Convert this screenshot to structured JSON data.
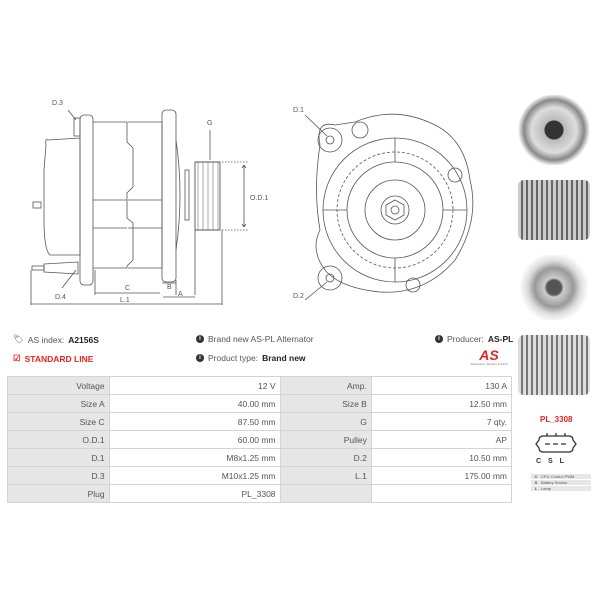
{
  "drawing": {
    "labels": {
      "d3": "D.3",
      "d4": "D.4",
      "g": "G",
      "od1": "O.D.1",
      "c": "C",
      "b": "B",
      "a": "A",
      "l1": "L.1",
      "d1": "D.1",
      "d2": "D.2"
    }
  },
  "info": {
    "as_index_label": "AS index:",
    "as_index": "A2156S",
    "description": "Brand new AS-PL Alternator",
    "producer_label": "Producer:",
    "producer": "AS-PL",
    "line": "STANDARD LINE",
    "product_type_label": "Product type:",
    "product_type": "Brand new",
    "logo_text": "AS",
    "logo_sub": "Alternators, Starters & Parts"
  },
  "specs": [
    [
      "Voltage",
      "12 V",
      "Amp.",
      "130 A"
    ],
    [
      "Size A",
      "40.00 mm",
      "Size B",
      "12.50 mm"
    ],
    [
      "Size C",
      "87.50 mm",
      "G",
      "7 qty."
    ],
    [
      "O.D.1",
      "60.00 mm",
      "Pulley",
      "AP"
    ],
    [
      "D.1",
      "M8x1.25 mm",
      "D.2",
      "10.50 mm"
    ],
    [
      "D.3",
      "M10x1.25 mm",
      "L.1",
      "175.00 mm"
    ],
    [
      "Plug",
      "PL_3308",
      "",
      ""
    ]
  ],
  "plug": {
    "code": "PL_3308",
    "pins": "C S L",
    "legend": [
      [
        "C",
        "CPU Control PWM"
      ],
      [
        "S",
        "Battery Sensor"
      ],
      [
        "L",
        "Lamp"
      ]
    ]
  },
  "colors": {
    "accent": "#e52421"
  }
}
